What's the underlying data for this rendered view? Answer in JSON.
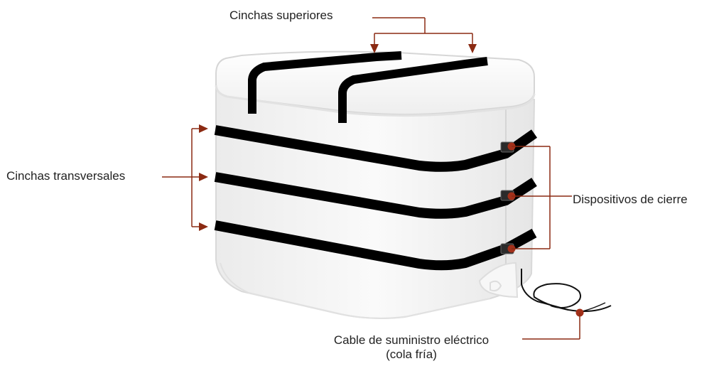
{
  "labels": {
    "top_straps": "Cinchas superiores",
    "cross_straps": "Cinchas transversales",
    "closures": "Dispositivos de cierre",
    "cable_line1": "Cable de suministro eléctrico",
    "cable_line2": "(cola fría)"
  },
  "colors": {
    "leader": "#8b2a12",
    "strap": "#000000",
    "jacket_fill": "#f2f2f2",
    "jacket_outline": "#d9d9d9",
    "closure_dot": "#a3301a"
  }
}
